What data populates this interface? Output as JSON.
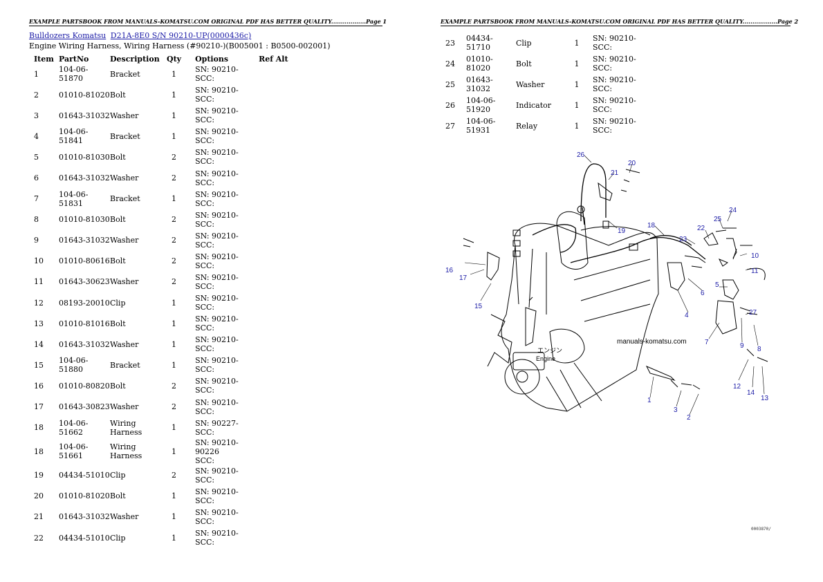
{
  "header_left": "EXAMPLE PARTSBOOK FROM MANUALS-KOMATSU.COM ORIGINAL PDF HAS BETTER QUALITY..................Page 1",
  "header_right": "EXAMPLE PARTSBOOK FROM MANUALS-KOMATSU.COM ORIGINAL PDF HAS BETTER QUALITY..................Page 2",
  "breadcrumb": {
    "link1": "Bulldozers Komatsu",
    "link2": "D21A-8E0 S/N 90210-UP(0000436c)"
  },
  "subtitle": "Engine Wiring Harness, Wiring Harness (#90210-)(B005001 : B0500-002001)",
  "columns": {
    "item": "Item",
    "partno": "PartNo",
    "description": "Description",
    "qty": "Qty",
    "options": "Options",
    "refalt": "Ref Alt"
  },
  "rows": [
    {
      "item": "1",
      "partno": "104-06-51870",
      "desc": "Bracket",
      "qty": "1",
      "opt1": "SN: 90210-",
      "opt2": "SCC:"
    },
    {
      "item": "2",
      "partno": "01010-81020",
      "desc": "Bolt",
      "qty": "1",
      "opt1": "SN: 90210-",
      "opt2": "SCC:"
    },
    {
      "item": "3",
      "partno": "01643-31032",
      "desc": "Washer",
      "qty": "1",
      "opt1": "SN: 90210-",
      "opt2": "SCC:"
    },
    {
      "item": "4",
      "partno": "104-06-51841",
      "desc": "Bracket",
      "qty": "1",
      "opt1": "SN: 90210-",
      "opt2": "SCC:"
    },
    {
      "item": "5",
      "partno": "01010-81030",
      "desc": "Bolt",
      "qty": "2",
      "opt1": "SN: 90210-",
      "opt2": "SCC:"
    },
    {
      "item": "6",
      "partno": "01643-31032",
      "desc": "Washer",
      "qty": "2",
      "opt1": "SN: 90210-",
      "opt2": "SCC:"
    },
    {
      "item": "7",
      "partno": "104-06-51831",
      "desc": "Bracket",
      "qty": "1",
      "opt1": "SN: 90210-",
      "opt2": "SCC:"
    },
    {
      "item": "8",
      "partno": "01010-81030",
      "desc": "Bolt",
      "qty": "2",
      "opt1": "SN: 90210-",
      "opt2": "SCC:"
    },
    {
      "item": "9",
      "partno": "01643-31032",
      "desc": "Washer",
      "qty": "2",
      "opt1": "SN: 90210-",
      "opt2": "SCC:"
    },
    {
      "item": "10",
      "partno": "01010-80616",
      "desc": "Bolt",
      "qty": "2",
      "opt1": "SN: 90210-",
      "opt2": "SCC:"
    },
    {
      "item": "11",
      "partno": "01643-30623",
      "desc": "Washer",
      "qty": "2",
      "opt1": "SN: 90210-",
      "opt2": "SCC:"
    },
    {
      "item": "12",
      "partno": "08193-20010",
      "desc": "Clip",
      "qty": "1",
      "opt1": "SN: 90210-",
      "opt2": "SCC:"
    },
    {
      "item": "13",
      "partno": "01010-81016",
      "desc": "Bolt",
      "qty": "1",
      "opt1": "SN: 90210-",
      "opt2": "SCC:"
    },
    {
      "item": "14",
      "partno": "01643-31032",
      "desc": "Washer",
      "qty": "1",
      "opt1": "SN: 90210-",
      "opt2": "SCC:"
    },
    {
      "item": "15",
      "partno": "104-06-51880",
      "desc": "Bracket",
      "qty": "1",
      "opt1": "SN: 90210-",
      "opt2": "SCC:"
    },
    {
      "item": "16",
      "partno": "01010-80820",
      "desc": "Bolt",
      "qty": "2",
      "opt1": "SN: 90210-",
      "opt2": "SCC:"
    },
    {
      "item": "17",
      "partno": "01643-30823",
      "desc": "Washer",
      "qty": "2",
      "opt1": "SN: 90210-",
      "opt2": "SCC:"
    },
    {
      "item": "18",
      "partno": "104-06-51662",
      "desc": "Wiring Harness",
      "qty": "1",
      "opt1": "SN: 90227-",
      "opt2": "SCC:"
    },
    {
      "item": "18",
      "partno": "104-06-51661",
      "desc": "Wiring Harness",
      "qty": "1",
      "opt1": "SN: 90210-90226",
      "opt2": "SCC:"
    },
    {
      "item": "19",
      "partno": "04434-51010",
      "desc": "Clip",
      "qty": "2",
      "opt1": "SN: 90210-",
      "opt2": "SCC:"
    },
    {
      "item": "20",
      "partno": "01010-81020",
      "desc": "Bolt",
      "qty": "1",
      "opt1": "SN: 90210-",
      "opt2": "SCC:"
    },
    {
      "item": "21",
      "partno": "01643-31032",
      "desc": "Washer",
      "qty": "1",
      "opt1": "SN: 90210-",
      "opt2": "SCC:"
    },
    {
      "item": "22",
      "partno": "04434-51010",
      "desc": "Clip",
      "qty": "1",
      "opt1": "SN: 90210-",
      "opt2": "SCC:"
    }
  ],
  "rows_page2": [
    {
      "item": "23",
      "partno": "04434-51710",
      "desc": "Clip",
      "qty": "1",
      "opt1": "SN: 90210-",
      "opt2": "SCC:"
    },
    {
      "item": "24",
      "partno": "01010-81020",
      "desc": "Bolt",
      "qty": "1",
      "opt1": "SN: 90210-",
      "opt2": "SCC:"
    },
    {
      "item": "25",
      "partno": "01643-31032",
      "desc": "Washer",
      "qty": "1",
      "opt1": "SN: 90210-",
      "opt2": "SCC:"
    },
    {
      "item": "26",
      "partno": "104-06-51920",
      "desc": "Indicator",
      "qty": "1",
      "opt1": "SN: 90210-",
      "opt2": "SCC:"
    },
    {
      "item": "27",
      "partno": "104-06-51931",
      "desc": "Relay",
      "qty": "1",
      "opt1": "SN: 90210-",
      "opt2": "SCC:"
    }
  ],
  "diagram": {
    "watermark": "manuals-komatsu.com",
    "engine_label_jp": "エンジン",
    "engine_label_en": "Engine",
    "labels": [
      "26",
      "21",
      "20",
      "19",
      "18",
      "24",
      "25",
      "22",
      "23",
      "10",
      "11",
      "16",
      "17",
      "15",
      "4",
      "5",
      "6",
      "27",
      "7",
      "9",
      "8",
      "12",
      "14",
      "13",
      "1",
      "3",
      "2"
    ],
    "drawing_code": "0003870/"
  }
}
